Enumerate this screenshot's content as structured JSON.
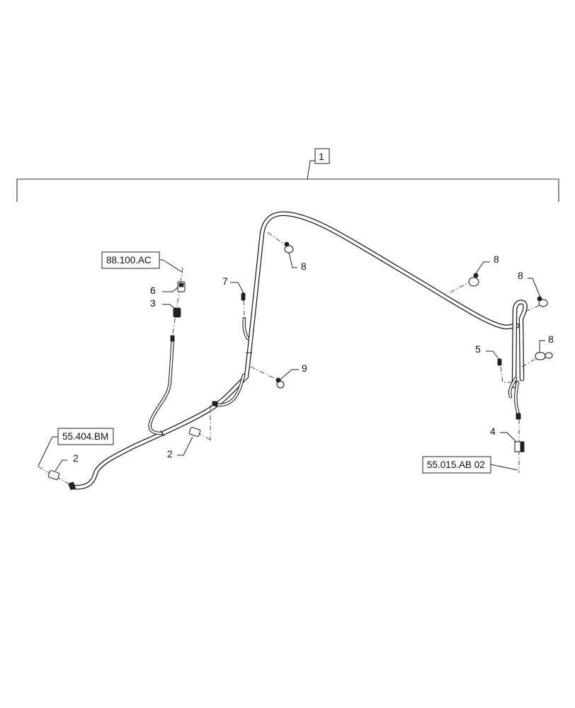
{
  "diagram": {
    "type": "exploded-parts-diagram",
    "subject": "wire harness assembly",
    "assembly_callout": "1",
    "reference_boxes": [
      {
        "id": "ref-88-100-ac",
        "label": "88.100.AC"
      },
      {
        "id": "ref-55-404-bm",
        "label": "55.404.BM"
      },
      {
        "id": "ref-55-015-ab-02",
        "label": "55.015.AB 02"
      }
    ],
    "callouts": [
      {
        "num": "6",
        "part": "connector"
      },
      {
        "num": "3",
        "part": "connector"
      },
      {
        "num": "7",
        "part": "connector"
      },
      {
        "num": "8",
        "part": "p-clip"
      },
      {
        "num": "8",
        "part": "p-clip"
      },
      {
        "num": "8",
        "part": "p-clip"
      },
      {
        "num": "8",
        "part": "p-clip"
      },
      {
        "num": "9",
        "part": "p-clip"
      },
      {
        "num": "2",
        "part": "connector"
      },
      {
        "num": "2",
        "part": "connector"
      },
      {
        "num": "5",
        "part": "connector"
      },
      {
        "num": "4",
        "part": "connector"
      }
    ],
    "colors": {
      "line": "#1a1a1a",
      "background": "#ffffff"
    }
  }
}
